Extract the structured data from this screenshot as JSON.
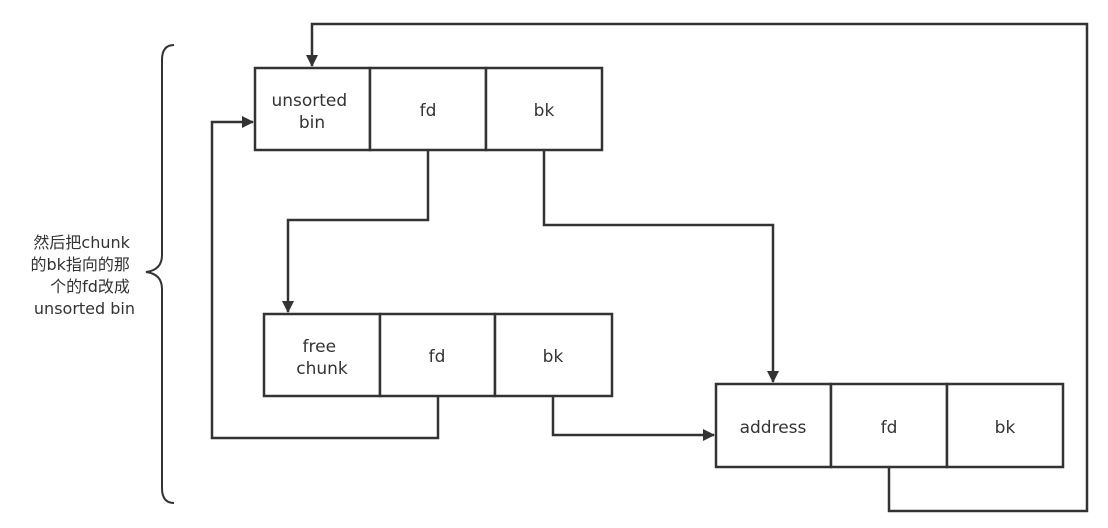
{
  "note": {
    "lines": [
      "然后把chunk",
      "的bk指向的那",
      "个的fd改成",
      "unsorted bin"
    ]
  },
  "blocks": {
    "unsorted_bin": {
      "cells": [
        {
          "lines": [
            "unsorted",
            "bin"
          ]
        },
        {
          "lines": [
            "fd"
          ]
        },
        {
          "lines": [
            "bk"
          ]
        }
      ]
    },
    "free_chunk": {
      "cells": [
        {
          "lines": [
            "free",
            "chunk"
          ]
        },
        {
          "lines": [
            "fd"
          ]
        },
        {
          "lines": [
            "bk"
          ]
        }
      ]
    },
    "address": {
      "cells": [
        {
          "lines": [
            "address"
          ]
        },
        {
          "lines": [
            "fd"
          ]
        },
        {
          "lines": [
            "bk"
          ]
        }
      ]
    }
  },
  "colors": {
    "stroke": "#333333",
    "text": "#333333",
    "background": "#ffffff"
  }
}
